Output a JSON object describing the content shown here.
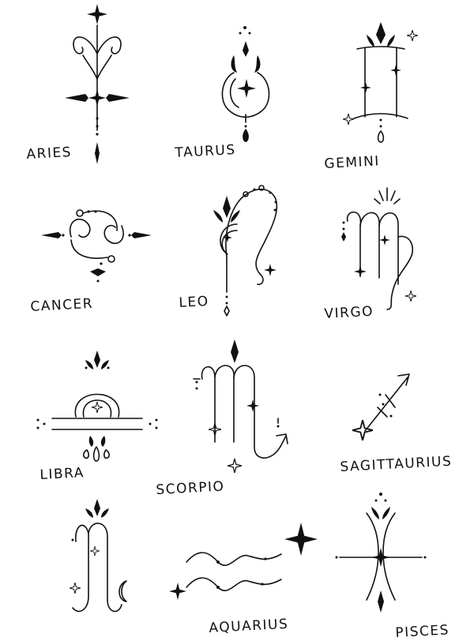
{
  "signs": [
    {
      "id": "aries",
      "label": "ARIES"
    },
    {
      "id": "taurus",
      "label": "TAURUS"
    },
    {
      "id": "gemini",
      "label": "GEMINI"
    },
    {
      "id": "cancer",
      "label": "CANCER"
    },
    {
      "id": "leo",
      "label": "LEO"
    },
    {
      "id": "virgo",
      "label": "VIRGO"
    },
    {
      "id": "libra",
      "label": "LIBRA"
    },
    {
      "id": "scorpio",
      "label": "SCORPIO"
    },
    {
      "id": "sagittarius",
      "label": "SAGITTAURIUS"
    },
    {
      "id": "capricorn",
      "label": ""
    },
    {
      "id": "aquarius",
      "label": "AQUARIUS"
    },
    {
      "id": "pisces",
      "label": "PISCES"
    }
  ]
}
